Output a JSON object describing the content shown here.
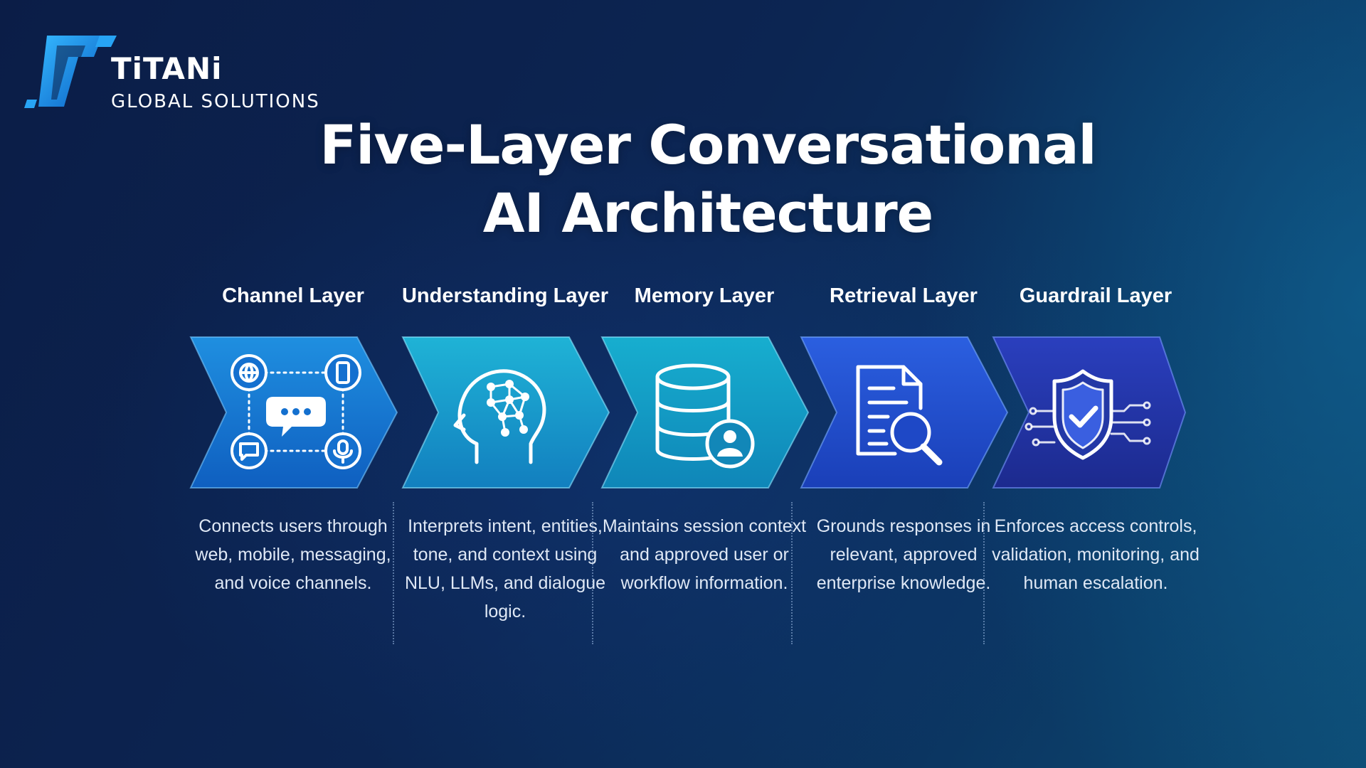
{
  "brand": {
    "name": "TiTANi",
    "tagline": "GLOBAL SOLUTIONS"
  },
  "title_lines": [
    "Five-Layer Conversational",
    "AI Architecture"
  ],
  "layers": [
    {
      "title": "Channel Layer",
      "icon": "channel-hub-icon",
      "description": "Connects users through web, mobile, messaging, and voice channels.",
      "color_top": "#1f8fe0",
      "color_bottom": "#0f5fc0"
    },
    {
      "title": "Understanding Layer",
      "icon": "brain-network-icon",
      "description": "Interprets intent, entities, tone, and context using NLU, LLMs, and dialogue logic.",
      "color_top": "#1fb3d6",
      "color_bottom": "#127fbf"
    },
    {
      "title": "Memory Layer",
      "icon": "database-user-icon",
      "description": "Maintains session context and approved user or workflow information.",
      "color_top": "#17aecf",
      "color_bottom": "#0f86b8"
    },
    {
      "title": "Retrieval Layer",
      "icon": "document-search-icon",
      "description": "Grounds responses in relevant, approved enterprise knowledge.",
      "color_top": "#2b5fe0",
      "color_bottom": "#1a3fb8"
    },
    {
      "title": "Guardrail Layer",
      "icon": "shield-check-icon",
      "description": "Enforces access controls, validation, monitoring, and human escalation.",
      "color_top": "#2a3fbe",
      "color_bottom": "#1c2a8e"
    }
  ]
}
